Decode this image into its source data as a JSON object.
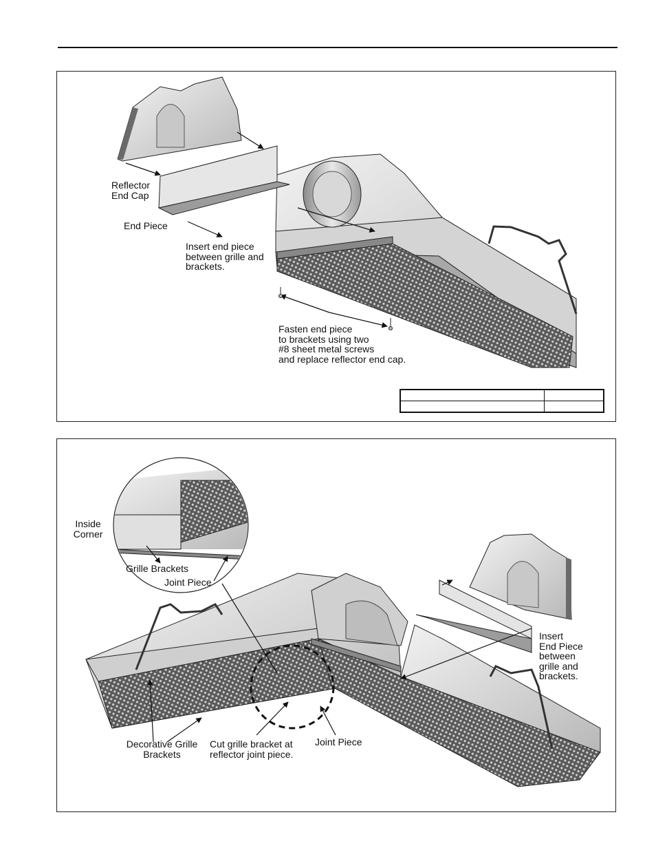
{
  "top_figure": {
    "labels": {
      "reflector_end_cap": "Reflector\nEnd Cap",
      "end_piece": "End Piece",
      "insert_instruction": "Insert end piece\nbetween grille and\nbrackets.",
      "fasten_instruction": "Fasten end piece\nto brackets using two\n#8 sheet metal screws\nand replace reflector end cap."
    },
    "caption_table": {
      "rows": [
        [
          "",
          ""
        ],
        [
          "",
          ""
        ]
      ]
    }
  },
  "bottom_figure": {
    "labels": {
      "inside_corner": "Inside\nCorner",
      "grille_brackets": "Grille Brackets",
      "joint_piece_detail": "Joint Piece",
      "decorative_grille_brackets": "Decorative Grille\nBrackets",
      "cut_instruction": "Cut grille bracket at\nreflector joint piece.",
      "joint_piece": "Joint Piece",
      "insert_instruction": "Insert\nEnd Piece\nbetween\ngrille and\nbrackets."
    }
  },
  "colors": {
    "line": "#111111",
    "metal_light": "#e4e4e4",
    "metal_mid": "#bdbdbd",
    "metal_dark": "#7a7a7a",
    "grille": "#4a4a4a"
  }
}
